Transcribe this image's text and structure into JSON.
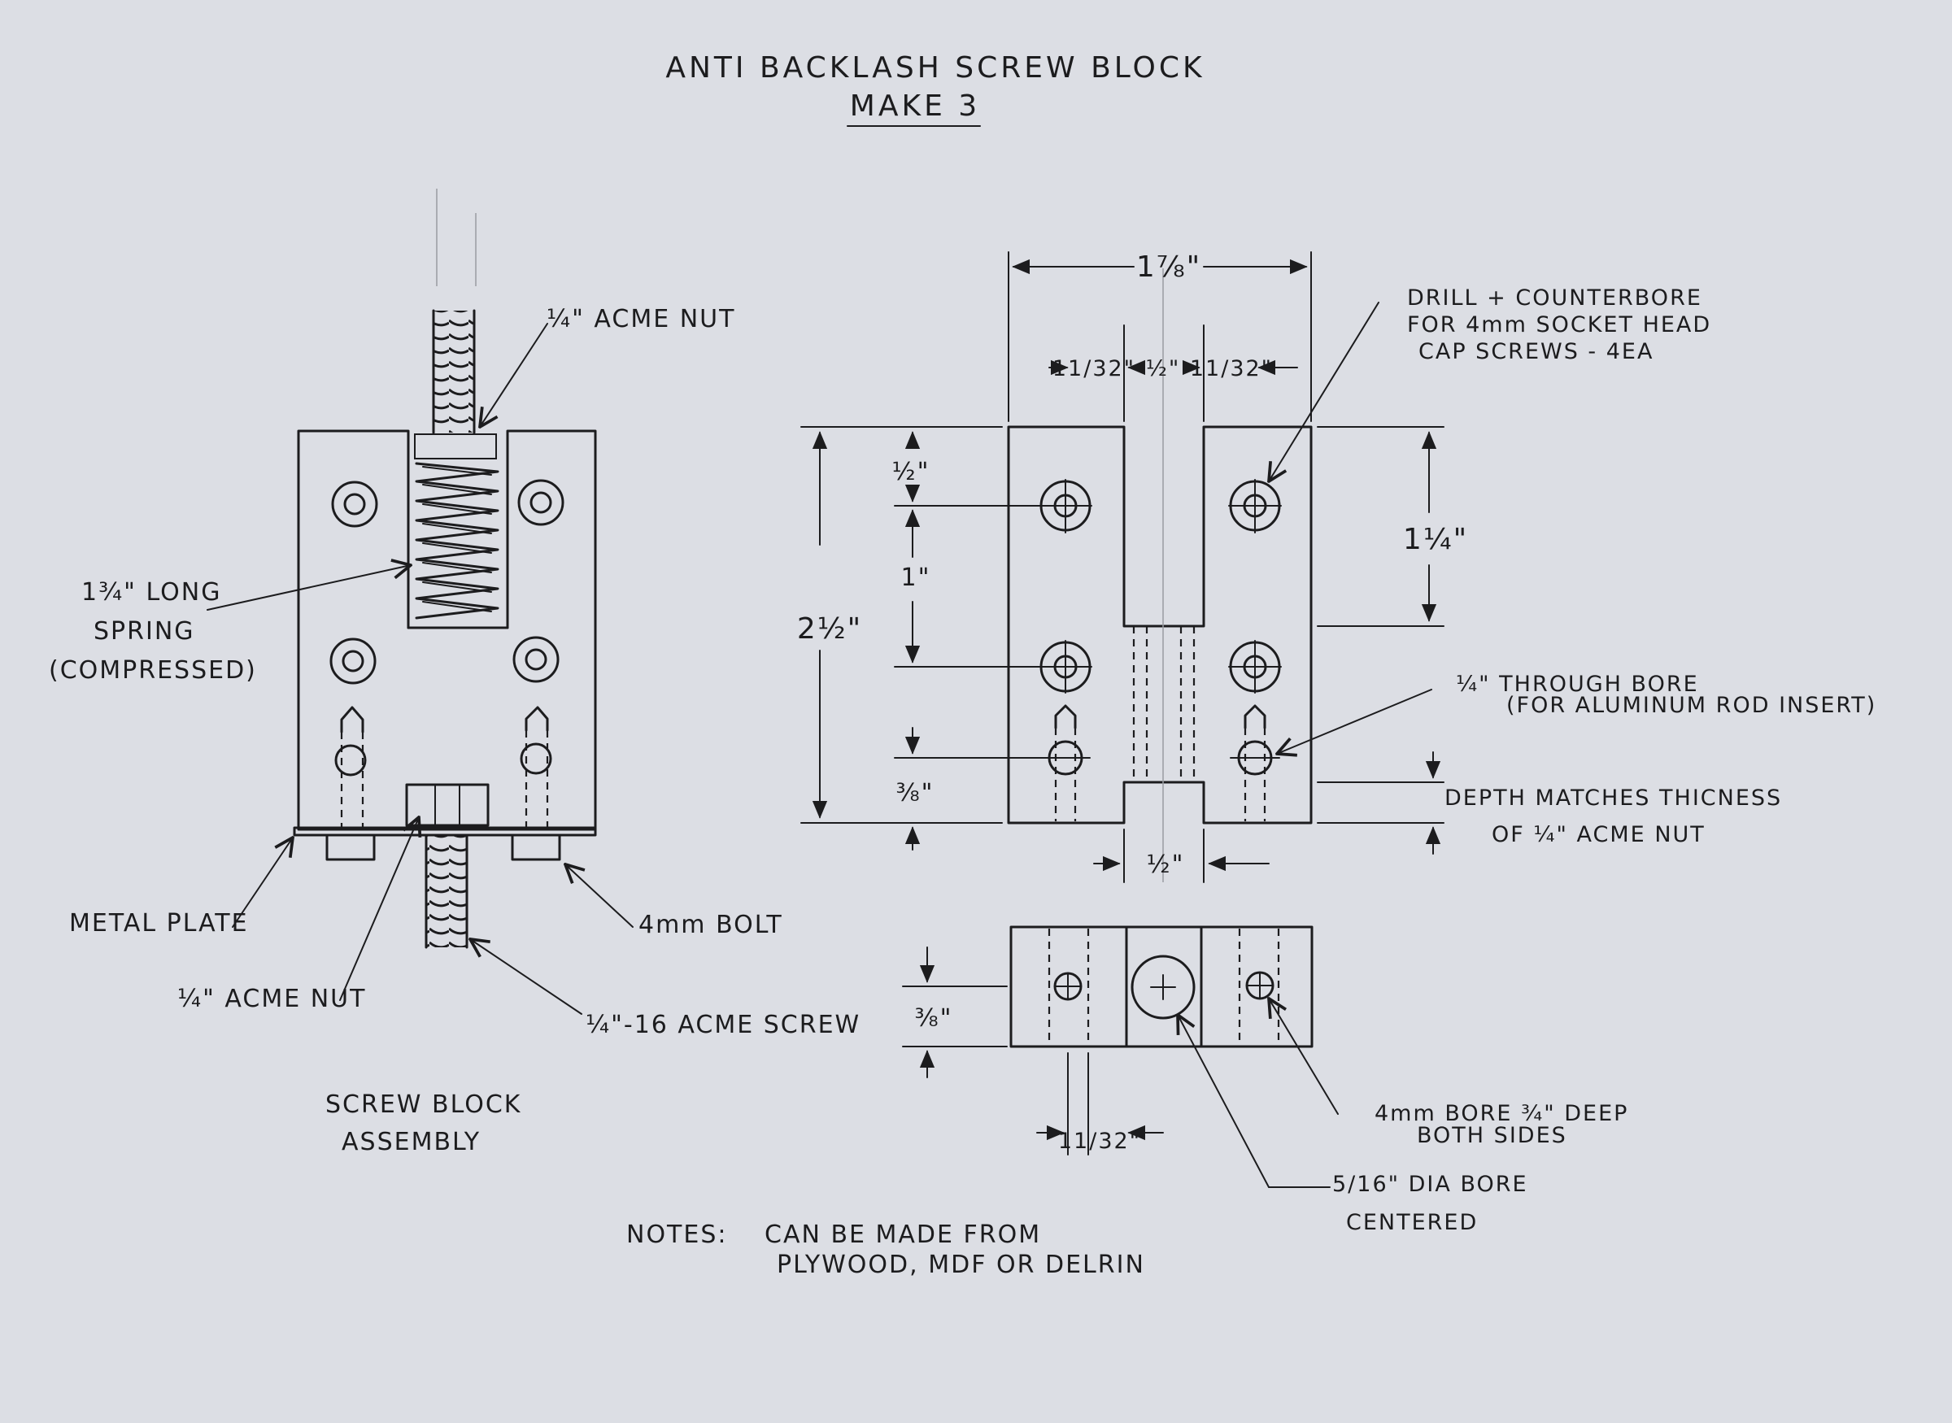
{
  "title": {
    "line1": "ANTI BACKLASH SCREW BLOCK",
    "line2": "MAKE 3"
  },
  "assembly": {
    "caption_line1": "SCREW BLOCK",
    "caption_line2": "ASSEMBLY",
    "labels": {
      "acme_nut_top": "¼\" ACME NUT",
      "spring_line1": "1¾\" LONG",
      "spring_line2": "SPRING",
      "spring_line3": "(COMPRESSED)",
      "metal_plate": "METAL PLATE",
      "acme_nut_bottom": "¼\" ACME NUT",
      "bolt": "4mm BOLT",
      "screw": "¼\"-16 ACME SCREW"
    }
  },
  "front_view": {
    "dims": {
      "overall_width": "1⅞\"",
      "left_leg": "11/32\"",
      "slot": "½\"",
      "right_leg": "11/32\"",
      "top_to_hole": "½\"",
      "hole_spacing": "1\"",
      "overall_height": "2½\"",
      "bottom_to_bore": "⅜\"",
      "slot_depth": "1¼\"",
      "bottom_slot": "½\""
    },
    "notes": {
      "counterbore_line1": "DRILL + COUNTERBORE",
      "counterbore_line2": "FOR 4mm SOCKET HEAD",
      "counterbore_line3": "CAP SCREWS - 4EA",
      "through_bore_line1": "¼\" THROUGH BORE",
      "through_bore_line2": "(FOR ALUMINUM ROD INSERT)",
      "depth_line1": "DEPTH MATCHES THICNESS",
      "depth_line2": "OF ¼\" ACME NUT"
    }
  },
  "bottom_view": {
    "dims": {
      "height": "⅜\"",
      "offset": "11/32\""
    },
    "notes": {
      "bore_4mm_line1": "4mm BORE ¾\" DEEP",
      "bore_4mm_line2": "BOTH SIDES",
      "dia_bore_line1": "5/16\" DIA BORE",
      "dia_bore_line2": "CENTERED"
    }
  },
  "notes": {
    "label": "NOTES:",
    "line1": "CAN BE MADE FROM",
    "line2": "PLYWOOD, MDF OR DELRIN"
  }
}
